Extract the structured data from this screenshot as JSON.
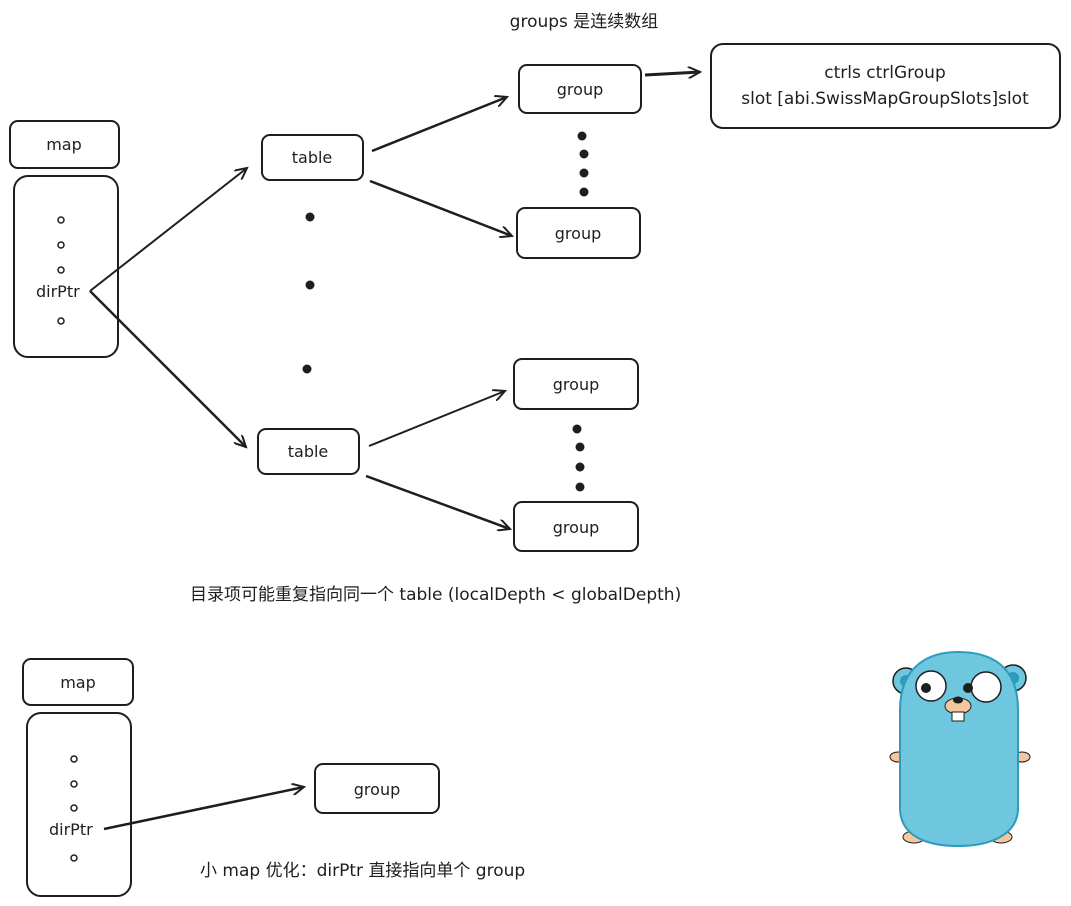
{
  "top": {
    "groups_note": "groups 是连续数组",
    "map_label": "map",
    "dir_ptr_label": "dirPtr",
    "table_upper_label": "table",
    "table_lower_label": "table",
    "group_1_label": "group",
    "group_2_label": "group",
    "group_3_label": "group",
    "group_4_label": "group",
    "ctrl_line1": "ctrls ctrlGroup",
    "ctrl_line2": "slot [abi.SwissMapGroupSlots]slot",
    "directory_note": "目录项可能重复指向同一个 table (localDepth < globalDepth)"
  },
  "bottom": {
    "map_label": "map",
    "dir_ptr_label": "dirPtr",
    "group_label": "group",
    "small_map_note": "小 map 优化：dirPtr 直接指向单个 group"
  },
  "colors": {
    "stroke": "#1e1e1e",
    "gopher_body": "#6ec6df",
    "gopher_dark": "#2c9cbc",
    "gopher_skin": "#f3c7a0"
  }
}
